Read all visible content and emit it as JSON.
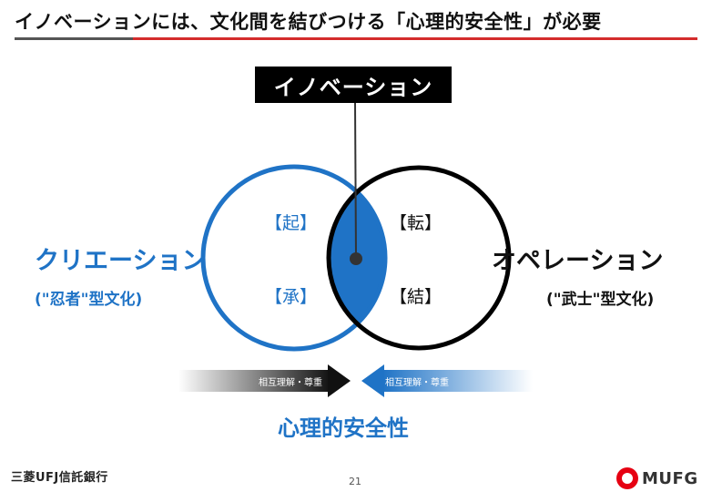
{
  "title": "イノベーションには、文化間を結びつける「心理的安全性」が必要",
  "diagram": {
    "top_box": "イノベーション",
    "left_circle": {
      "title": "クリエーション",
      "subtitle": "(\"忍者\"型文化)",
      "stage_1": "【起】",
      "stage_2": "【承】"
    },
    "right_circle": {
      "title": "オペレーション",
      "subtitle": "(\"武士\"型文化)",
      "stage_3": "【転】",
      "stage_4": "【結】"
    },
    "arrow_left_label": "相互理解・尊重",
    "arrow_right_label": "相互理解・尊重",
    "center_label": "心理的安全性"
  },
  "footer": {
    "company": "三菱UFJ信託銀行",
    "page_number": "21",
    "brand": "MUFG"
  },
  "colors": {
    "accent_blue": "#1f73c6",
    "title_red_rule": "#d42c2c",
    "black": "#000000"
  }
}
